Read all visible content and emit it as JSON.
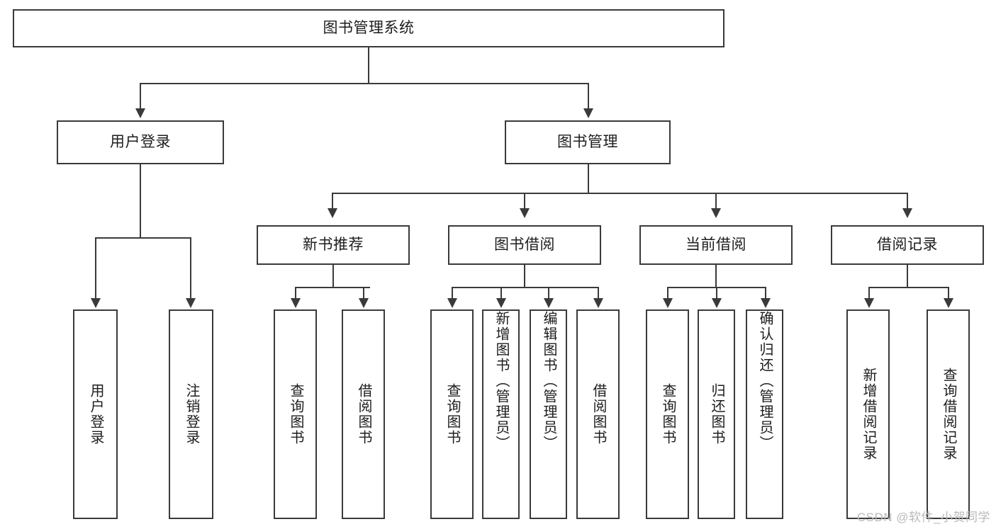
{
  "diagram": {
    "title": "图书管理系统",
    "type": "tree",
    "root": {
      "id": "root",
      "label": "图书管理系统",
      "orientation": "horizontal"
    },
    "level2": [
      {
        "id": "user-login",
        "label": "用户登录",
        "orientation": "horizontal"
      },
      {
        "id": "book-manage",
        "label": "图书管理",
        "orientation": "horizontal"
      }
    ],
    "level3": [
      {
        "id": "new-book-recommend",
        "label": "新书推荐",
        "orientation": "horizontal",
        "parent": "book-manage"
      },
      {
        "id": "book-borrow",
        "label": "图书借阅",
        "orientation": "horizontal",
        "parent": "book-manage"
      },
      {
        "id": "current-borrow",
        "label": "当前借阅",
        "orientation": "horizontal",
        "parent": "book-manage"
      },
      {
        "id": "borrow-record",
        "label": "借阅记录",
        "orientation": "horizontal",
        "parent": "book-manage"
      }
    ],
    "leaves": [
      {
        "id": "leaf-user-login",
        "label": "用户登录",
        "orientation": "vertical",
        "parent": "user-login"
      },
      {
        "id": "leaf-logout",
        "label": "注销登录",
        "orientation": "vertical",
        "parent": "user-login"
      },
      {
        "id": "leaf-query-book-1",
        "label": "查询图书",
        "orientation": "vertical",
        "parent": "new-book-recommend"
      },
      {
        "id": "leaf-borrow-book-1",
        "label": "借阅图书",
        "orientation": "vertical",
        "parent": "new-book-recommend"
      },
      {
        "id": "leaf-query-book-2",
        "label": "查询图书",
        "orientation": "vertical",
        "parent": "book-borrow"
      },
      {
        "id": "leaf-add-book",
        "label": "新增图书（管理员）",
        "orientation": "vertical",
        "parent": "book-borrow"
      },
      {
        "id": "leaf-edit-book",
        "label": "编辑图书（管理员）",
        "orientation": "vertical",
        "parent": "book-borrow"
      },
      {
        "id": "leaf-borrow-book-2",
        "label": "借阅图书",
        "orientation": "vertical",
        "parent": "book-borrow"
      },
      {
        "id": "leaf-query-book-3",
        "label": "查询图书",
        "orientation": "vertical",
        "parent": "current-borrow"
      },
      {
        "id": "leaf-return-book",
        "label": "归还图书",
        "orientation": "vertical",
        "parent": "current-borrow"
      },
      {
        "id": "leaf-confirm-return",
        "label": "确认归还（管理员）",
        "orientation": "vertical",
        "parent": "current-borrow"
      },
      {
        "id": "leaf-add-record",
        "label": "新增借阅记录",
        "orientation": "vertical",
        "parent": "borrow-record"
      },
      {
        "id": "leaf-query-record",
        "label": "查询借阅记录",
        "orientation": "vertical",
        "parent": "borrow-record"
      }
    ]
  },
  "watermark": {
    "text": "CSDN @软件_小贺同学"
  },
  "colors": {
    "stroke": "#3a3a3a",
    "background": "#ffffff",
    "text": "#1d1d1d",
    "watermark": "#b9b9b9"
  }
}
